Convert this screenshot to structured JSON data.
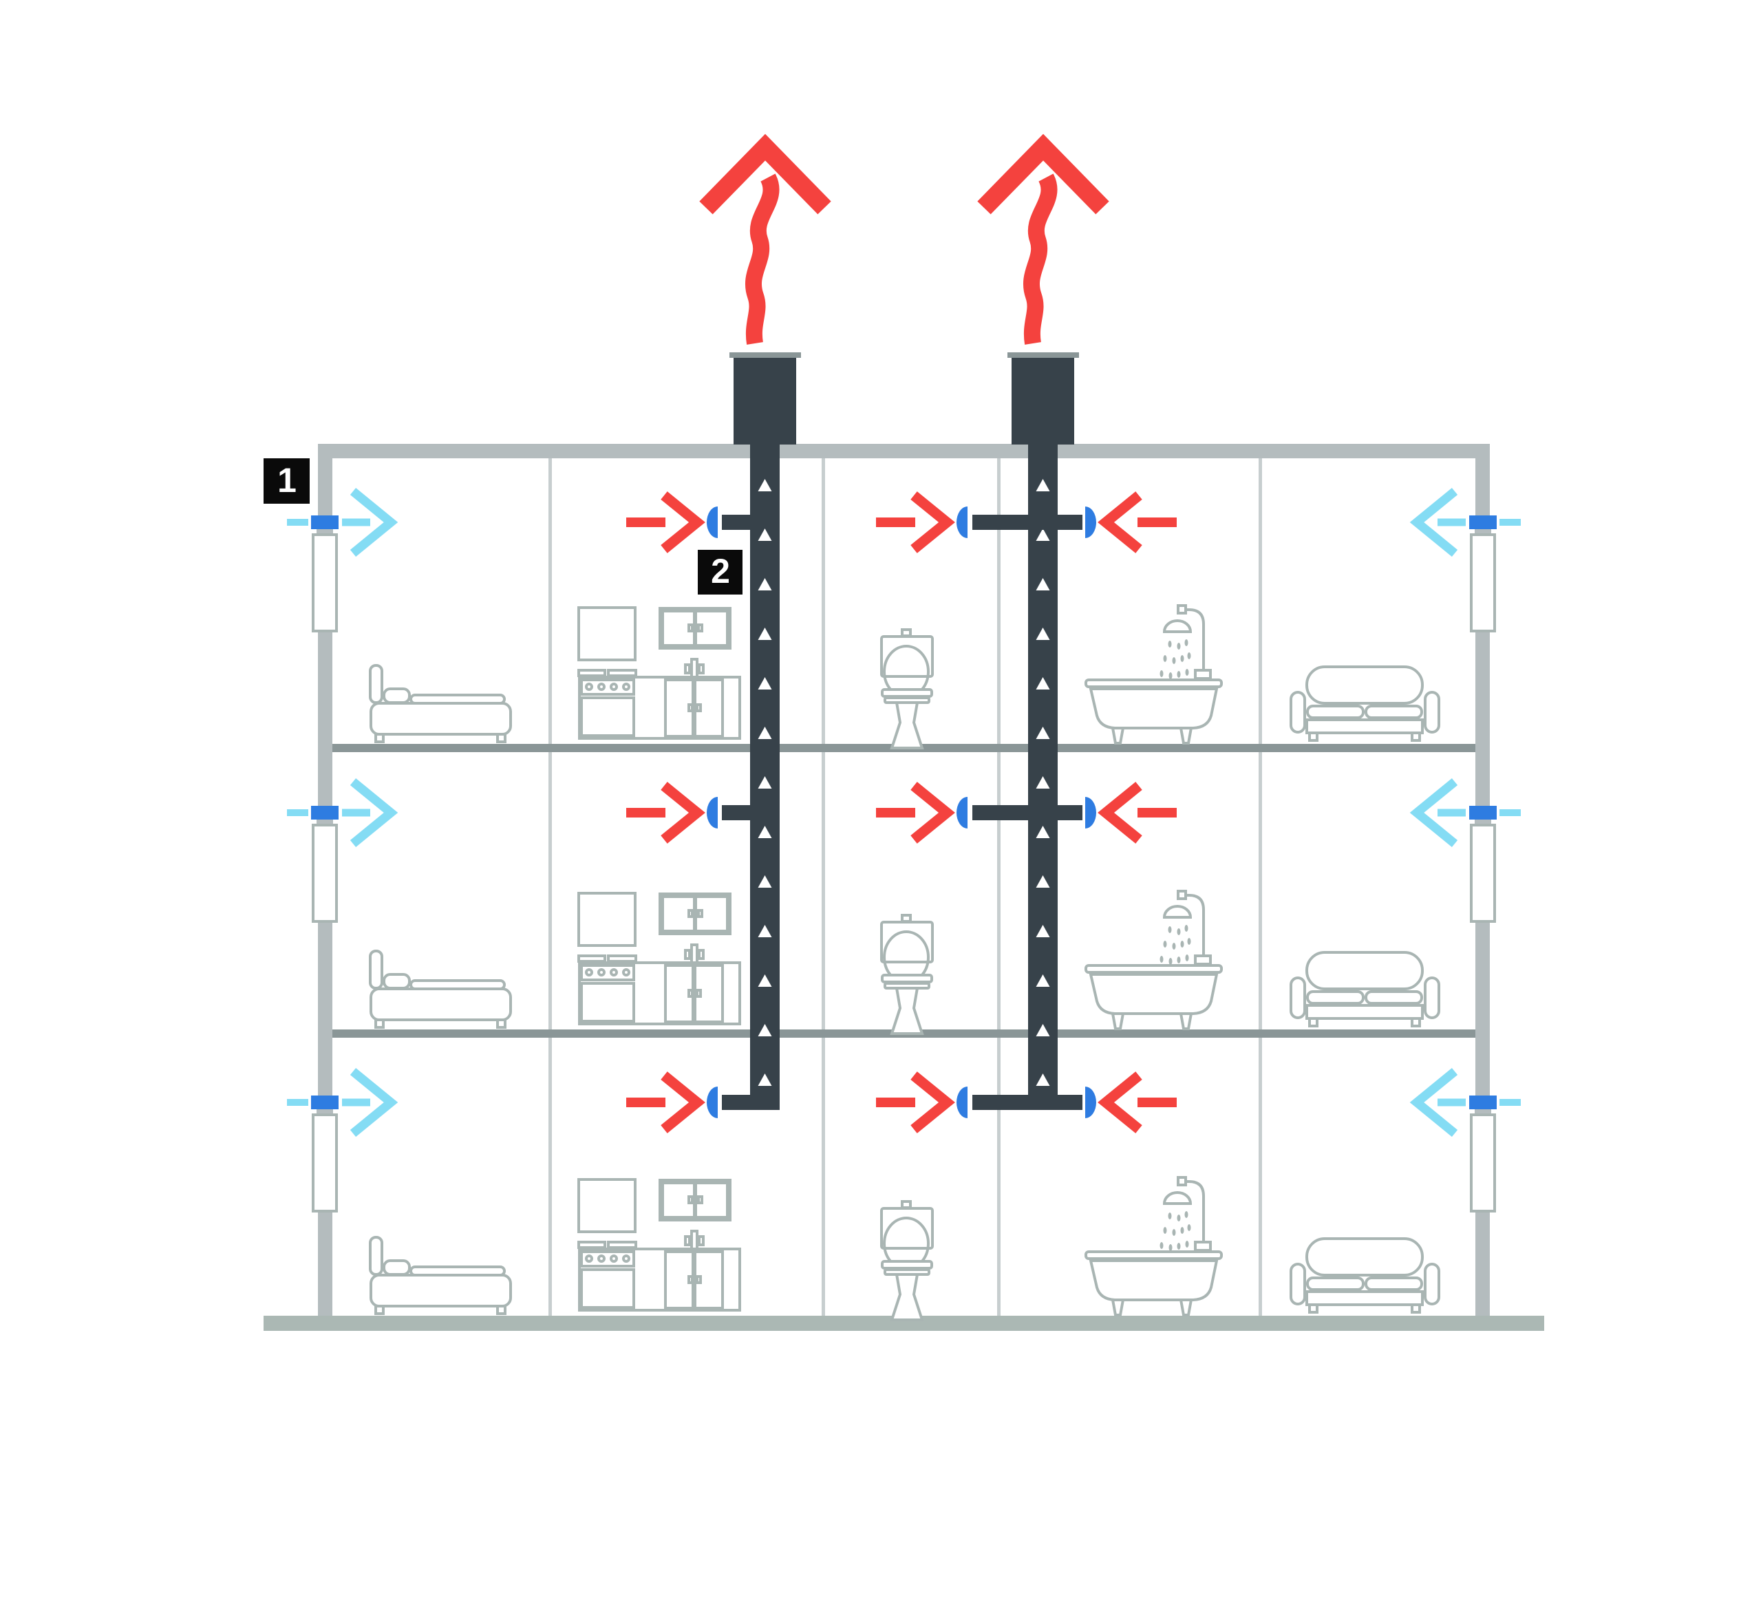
{
  "diagram": {
    "type": "building-ventilation-cross-section",
    "floors": 3,
    "rooms_per_floor": [
      "bedroom",
      "kitchen",
      "toilet",
      "bathroom",
      "living-room"
    ],
    "callouts": [
      {
        "id": "callout-1",
        "label": "1",
        "marks": "fresh-air-supply-wall-vent"
      },
      {
        "id": "callout-2",
        "label": "2",
        "marks": "exhaust-duct-inlet"
      }
    ],
    "exhaust_stacks": [
      {
        "id": 1,
        "roof_outlet": true
      },
      {
        "id": 2,
        "roof_outlet": true
      }
    ],
    "supply_vents": [
      {
        "floor": 1,
        "wall": "left"
      },
      {
        "floor": 2,
        "wall": "left"
      },
      {
        "floor": 3,
        "wall": "left"
      },
      {
        "floor": 1,
        "wall": "right"
      },
      {
        "floor": 2,
        "wall": "right"
      },
      {
        "floor": 3,
        "wall": "right"
      }
    ],
    "exhaust_branches": [
      {
        "floor": 1,
        "stack": 1,
        "sides": [
          "left"
        ]
      },
      {
        "floor": 2,
        "stack": 1,
        "sides": [
          "left"
        ]
      },
      {
        "floor": 3,
        "stack": 1,
        "sides": [
          "left"
        ]
      },
      {
        "floor": 1,
        "stack": 2,
        "sides": [
          "left",
          "right"
        ]
      },
      {
        "floor": 2,
        "stack": 2,
        "sides": [
          "left",
          "right"
        ]
      },
      {
        "floor": 3,
        "stack": 2,
        "sides": [
          "left",
          "right"
        ]
      }
    ],
    "icons": [
      "bed-icon",
      "kitchen-icon",
      "toilet-icon",
      "bathtub-shower-icon",
      "sofa-icon",
      "flow-triangle-icon",
      "supply-air-arrow-icon",
      "exhaust-air-arrow-icon",
      "roof-exhaust-arrow-icon",
      "air-valve-icon"
    ]
  },
  "labels": {
    "callout_1": "1",
    "callout_2": "2"
  },
  "colors": {
    "dark": "#37424a",
    "red": "#f4423e",
    "lightblue": "#84dcf4",
    "blue": "#2e7ce1",
    "wall": "#b4bcbe",
    "slab": "#8a9697",
    "ground": "#abb8b4",
    "partition": "#c7cecf",
    "icon": "#a9b5b3",
    "white": "#ffffff",
    "label_bg": "#0a0a0a",
    "label_text": "#ffffff"
  }
}
